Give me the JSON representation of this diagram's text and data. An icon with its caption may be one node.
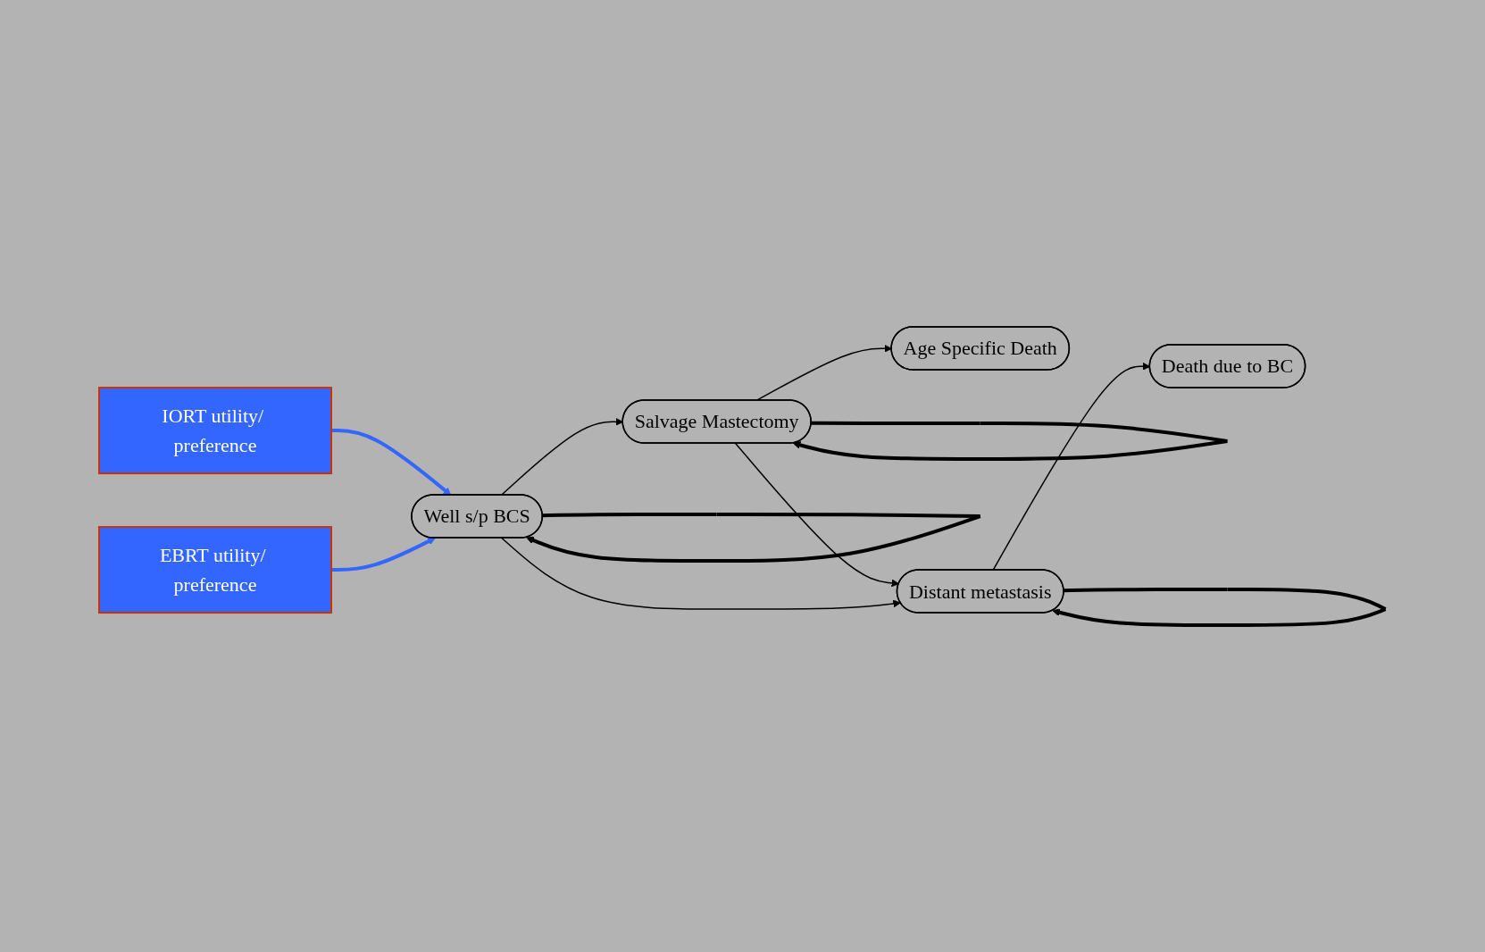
{
  "diagram": {
    "nodes": [
      {
        "text": [
          "IORT utility/ preference"
        ]
      },
      {
        "text": [
          "Salvage Mastectomy"
        ]
      },
      {
        "text": [
          "Age Specific Death"
        ]
      },
      {
        "text": [
          "Well s/p BCS"
        ]
      },
      {
        "text": [
          "Distant metastasis"
        ]
      },
      {
        "text": [
          "Death due to BC"
        ]
      },
      {
        "text": [
          "EBRT utility/ preference"
        ]
      }
    ],
    "edges": [
      {
        "from": 1,
        "to": 1,
        "arrow": "to",
        "style": "thick"
      },
      {
        "from": 0,
        "to": 3,
        "arrow": "to",
        "style": "thick",
        "color": "#3366ff"
      },
      {
        "from": 3,
        "to": 3,
        "arrow": "to",
        "style": "thick"
      },
      {
        "from": 3,
        "to": 1,
        "arrow": "to"
      },
      {
        "from": 1,
        "to": 2,
        "arrow": "to"
      },
      {
        "from": 1,
        "to": 4,
        "arrow": "to"
      },
      {
        "from": 3,
        "to": 4,
        "arrow": "to"
      },
      {
        "from": 6,
        "to": 3,
        "arrow": "to",
        "style": "thick",
        "color": "#3366ff"
      },
      {
        "from": 4,
        "to": 5,
        "arrow": "to"
      },
      {
        "from": 4,
        "to": 4,
        "arrow": "to",
        "style": "thick"
      }
    ]
  }
}
